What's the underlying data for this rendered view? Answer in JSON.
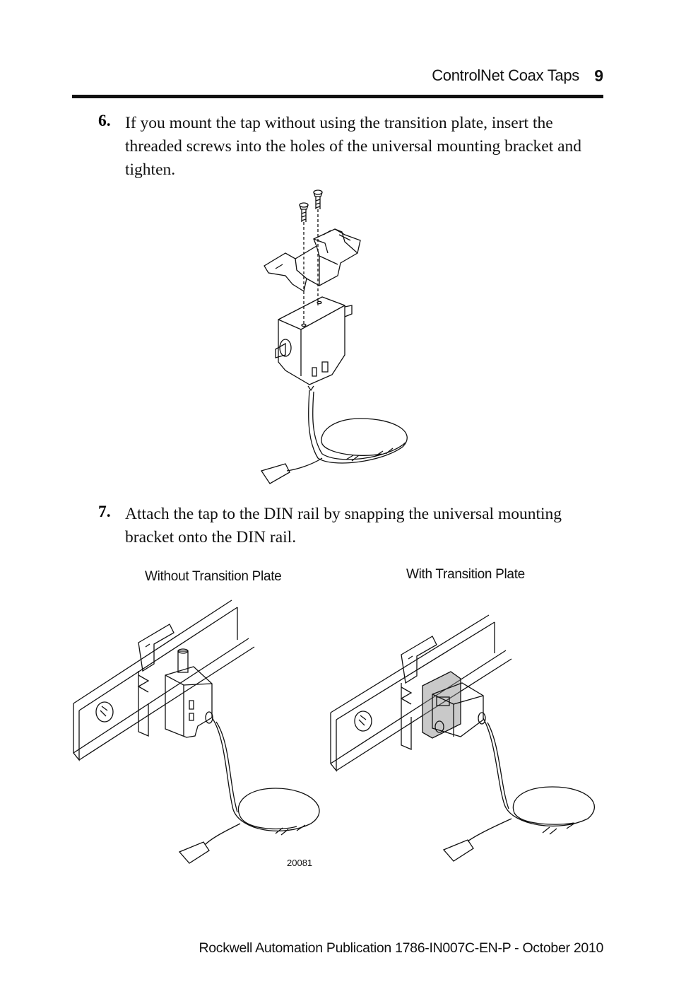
{
  "header": {
    "title": "ControlNet Coax Taps",
    "page_number": "9"
  },
  "steps": [
    {
      "number": "6.",
      "text": "If you mount the tap without using the transition plate, insert the threaded screws into the holes of the universal mounting bracket and tighten."
    },
    {
      "number": "7.",
      "text": "Attach the tap to the DIN rail by snapping the universal mounting bracket onto the DIN rail."
    }
  ],
  "figure2": {
    "caption_left": "Without Transition Plate",
    "caption_right": "With Transition Plate",
    "figure_id": "20081"
  },
  "footer": {
    "publication": "Rockwell Automation Publication  1786-IN007C-EN-P - October 2010"
  }
}
